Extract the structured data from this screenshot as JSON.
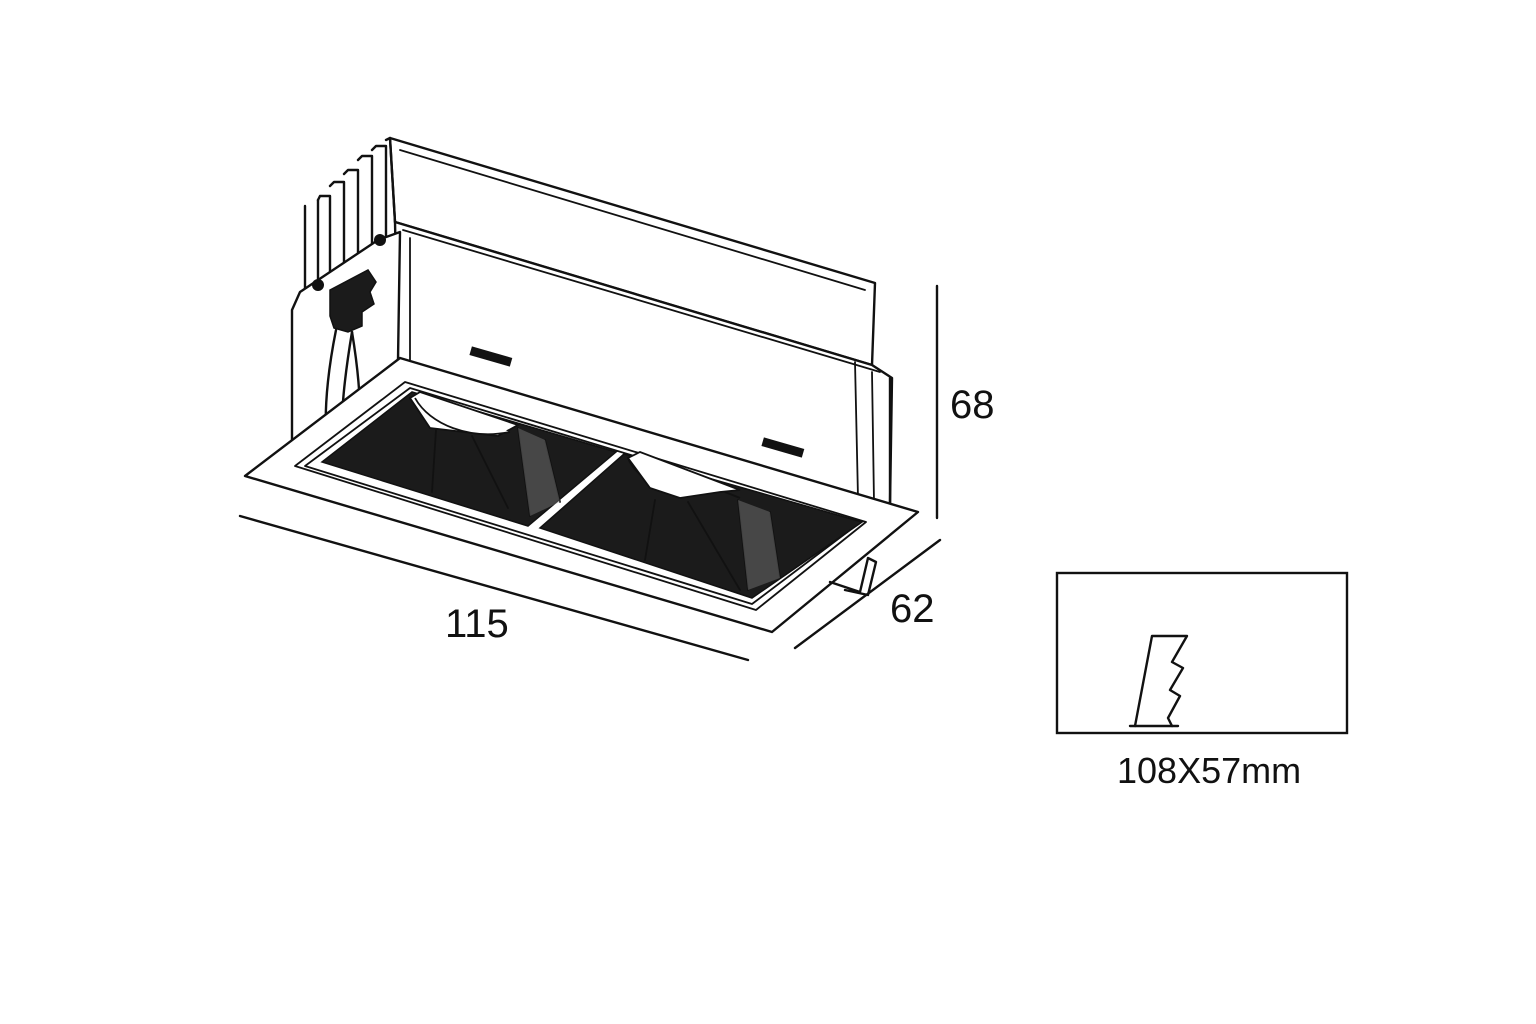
{
  "drawing": {
    "dimensions": {
      "width": "115",
      "depth": "62",
      "height": "68"
    },
    "cutout": {
      "label": "108X57mm"
    },
    "colors": {
      "line": "#111111",
      "reflector": "#1b1b1b",
      "background": "#ffffff"
    }
  }
}
